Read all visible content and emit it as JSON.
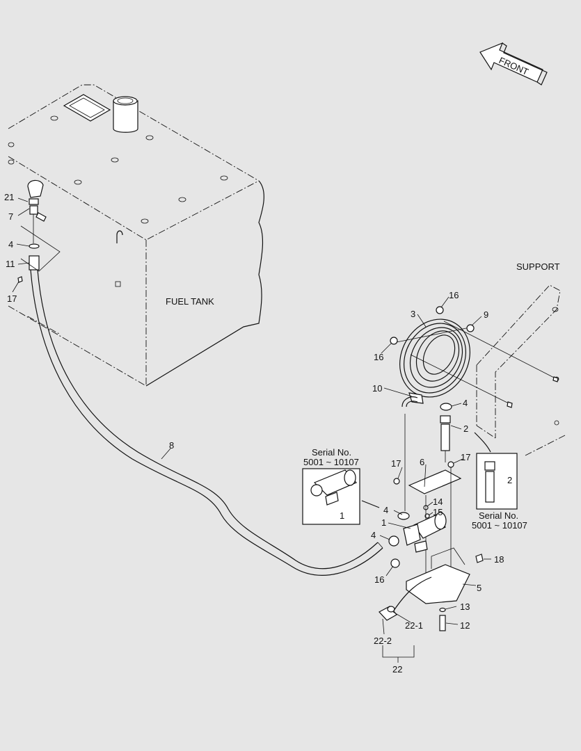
{
  "front_label": "FRONT",
  "fuel_tank_label": "FUEL TANK",
  "support_label": "SUPPORT",
  "inset_left": {
    "serial_title": "Serial No.",
    "serial_range": "5001 ~ 10107",
    "part": "1"
  },
  "inset_right": {
    "serial_title": "Serial No.",
    "serial_range": "5001 ~ 10107",
    "part": "2"
  },
  "callouts": {
    "c21": "21",
    "c7": "7",
    "c4a": "4",
    "c11": "11",
    "c17a": "17",
    "c8": "8",
    "c3": "3",
    "c16a": "16",
    "c9": "9",
    "c16b": "16",
    "c10": "10",
    "c4b": "4",
    "c2": "2",
    "c17b": "17",
    "c6": "6",
    "c17c": "17",
    "c14": "14",
    "c15": "15",
    "c4c": "4",
    "c1": "1",
    "c4d": "4",
    "c18": "18",
    "c16c": "16",
    "c5": "5",
    "c13": "13",
    "c12": "12",
    "c22_1": "22-1",
    "c22_2": "22-2",
    "c22": "22"
  }
}
